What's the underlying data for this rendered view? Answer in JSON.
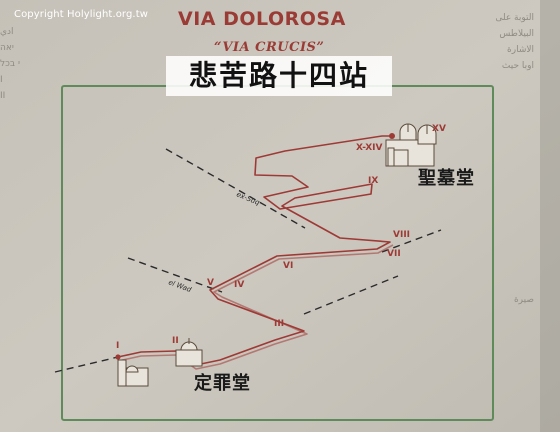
{
  "watermark": "Copyright Holylight.org.tw",
  "title": "VIA DOLOROSA",
  "subtitle": "“VIA CRUCIS”",
  "chinese_title": "悲苦路十四站",
  "labels": {
    "holy_sepulchre": "聖墓堂",
    "condemnation": "定罪堂"
  },
  "streets": {
    "suq": "ex-Suq",
    "wad": "el Wad"
  },
  "stations": {
    "I": "I",
    "II": "II",
    "III": "III",
    "IV": "IV",
    "V": "V",
    "VI": "VI",
    "VII": "VII",
    "VIII": "VIII",
    "IX": "IX",
    "X_XIV": "X-XIV",
    "XV": "XV"
  },
  "background_text": {
    "right": [
      "التوبة على",
      "البيلاطس",
      "",
      "الاشارة",
      "",
      "اوبا حيث",
      "",
      "",
      "",
      "",
      "",
      "",
      "",
      "",
      "صيرة",
      "",
      "",
      "",
      "",
      ""
    ],
    "left": [
      "ادي",
      "יאה",
      "י בכל",
      "",
      "I",
      "II"
    ]
  },
  "colors": {
    "route": "#9e3a36",
    "frame": "#5f8a5a",
    "title_red": "#9a3b35",
    "background": "#c9c5bc"
  }
}
